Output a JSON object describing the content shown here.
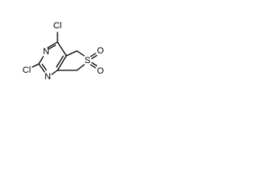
{
  "molecule": {
    "atoms": [
      {
        "id": "cl_top",
        "label": "Cl",
        "color": "#000000"
      },
      {
        "id": "cl_left",
        "label": "Cl",
        "color": "#000000"
      },
      {
        "id": "n_upper",
        "label": "N",
        "color": "#000000"
      },
      {
        "id": "n_lower",
        "label": "N",
        "color": "#000000"
      },
      {
        "id": "s",
        "label": "S",
        "color": "#000000"
      },
      {
        "id": "o_upper",
        "label": "O",
        "color": "#000000"
      },
      {
        "id": "o_lower",
        "label": "O",
        "color": "#000000"
      }
    ]
  }
}
